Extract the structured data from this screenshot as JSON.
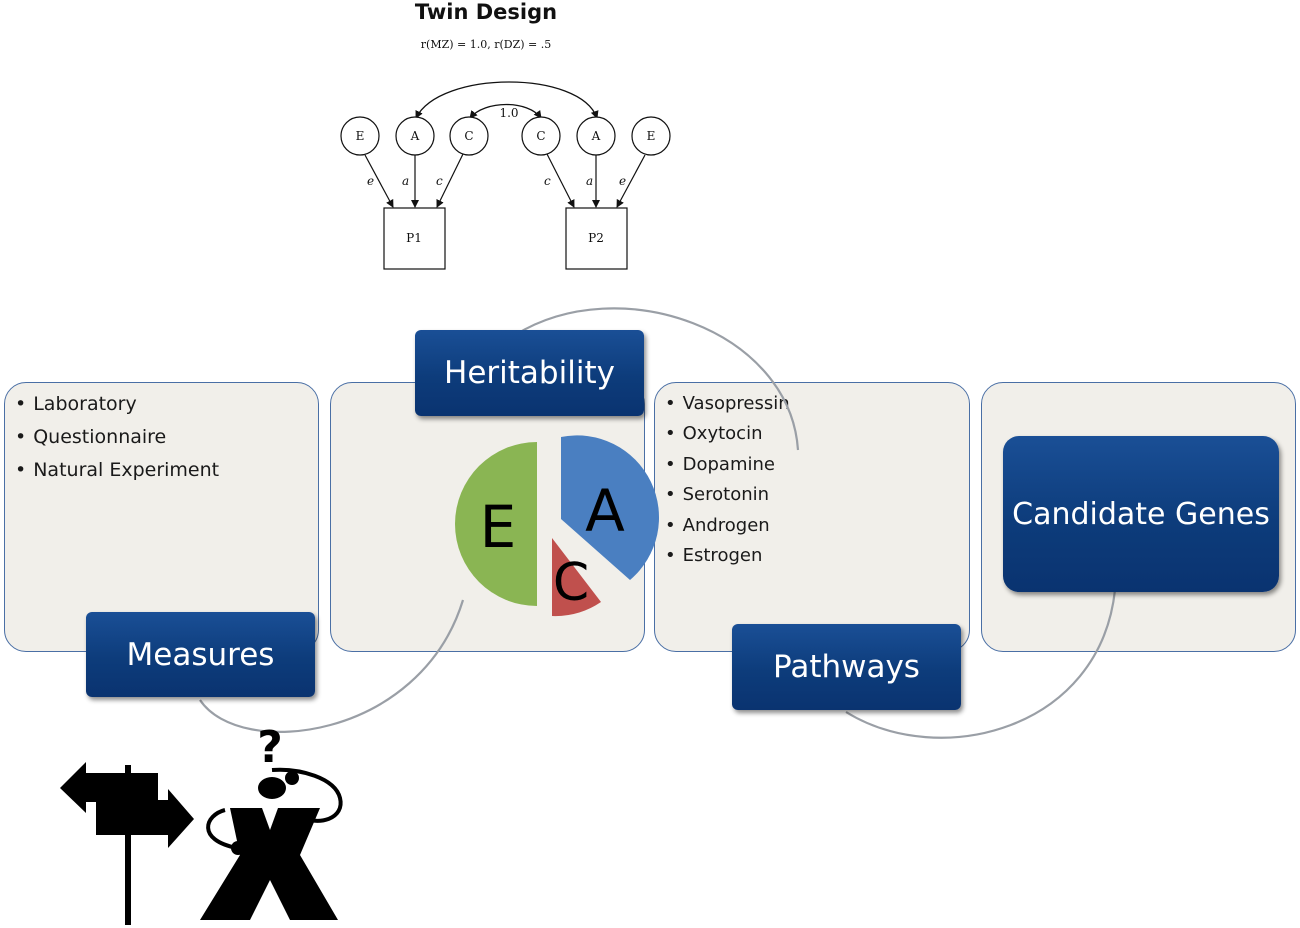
{
  "twin_design": {
    "title": "Twin Design",
    "subtitle": "r(MZ) = 1.0, r(DZ) = .5",
    "correlation_label": "1.0",
    "left_twin": {
      "factors": [
        "E",
        "A",
        "C"
      ],
      "paths": [
        "e",
        "a",
        "c"
      ],
      "phenotype": "P1"
    },
    "right_twin": {
      "factors": [
        "C",
        "A",
        "E"
      ],
      "paths": [
        "c",
        "a",
        "e"
      ],
      "phenotype": "P2"
    }
  },
  "stages": {
    "measures": {
      "label": "Measures",
      "items": [
        "Laboratory",
        "Questionnaire",
        "Natural Experiment"
      ]
    },
    "heritability": {
      "label": "Heritability",
      "pie": [
        {
          "label": "E",
          "color": "#8ab553"
        },
        {
          "label": "A",
          "color": "#4a7fc1"
        },
        {
          "label": "C",
          "color": "#c0504d"
        }
      ]
    },
    "pathways": {
      "label": "Pathways",
      "items": [
        "Vasopressin",
        "Oxytocin",
        "Dopamine",
        "Serotonin",
        "Androgen",
        "Estrogen"
      ]
    },
    "candidate_genes": {
      "label": "Candidate Genes"
    }
  },
  "colors": {
    "accent": "#0d3c7b",
    "panel_bg": "#f1efea",
    "panel_border": "#4a6fa5"
  },
  "icons": [
    "signpost-icon",
    "confused-person-icon"
  ]
}
